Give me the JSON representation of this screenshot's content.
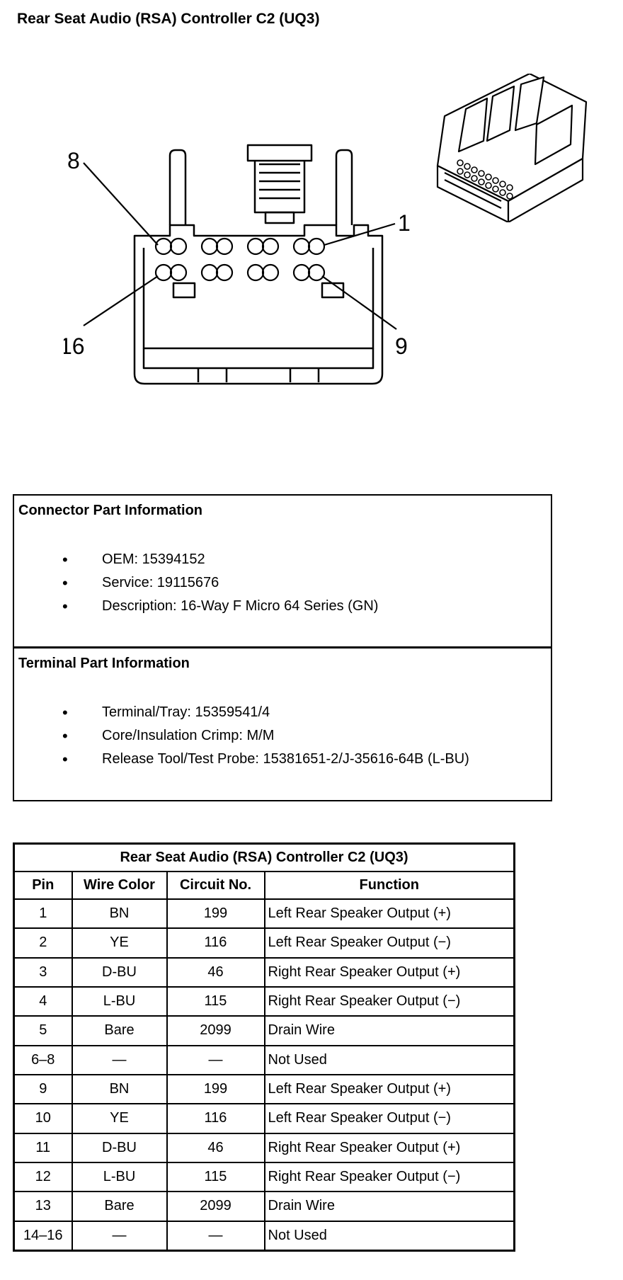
{
  "page": {
    "title": "Rear Seat Audio (RSA) Controller C2 (UQ3)"
  },
  "diagram": {
    "pin_callouts": {
      "top_left": "8",
      "top_right": "1",
      "bottom_left": "16",
      "bottom_right": "9"
    }
  },
  "connector_info": {
    "title": "Connector Part Information",
    "items": [
      "OEM: 15394152",
      "Service: 19115676",
      "Description: 16-Way F Micro 64 Series (GN)"
    ]
  },
  "terminal_info": {
    "title": "Terminal Part Information",
    "items": [
      "Terminal/Tray: 15359541/4",
      "Core/Insulation Crimp: M/M",
      "Release Tool/Test Probe: 15381651-2/J-35616-64B (L-BU)"
    ]
  },
  "pinout": {
    "caption": "Rear Seat Audio (RSA) Controller C2 (UQ3)",
    "headers": [
      "Pin",
      "Wire Color",
      "Circuit No.",
      "Function"
    ],
    "rows": [
      [
        "1",
        "BN",
        "199",
        "Left Rear Speaker Output (+)"
      ],
      [
        "2",
        "YE",
        "116",
        "Left Rear Speaker Output (−)"
      ],
      [
        "3",
        "D-BU",
        "46",
        "Right Rear Speaker Output (+)"
      ],
      [
        "4",
        "L-BU",
        "115",
        "Right Rear Speaker Output (−)"
      ],
      [
        "5",
        "Bare",
        "2099",
        "Drain Wire"
      ],
      [
        "6–8",
        "—",
        "—",
        "Not Used"
      ],
      [
        "9",
        "BN",
        "199",
        "Left Rear Speaker Output (+)"
      ],
      [
        "10",
        "YE",
        "116",
        "Left Rear Speaker Output (−)"
      ],
      [
        "11",
        "D-BU",
        "46",
        "Right Rear Speaker Output (+)"
      ],
      [
        "12",
        "L-BU",
        "115",
        "Right Rear Speaker Output (−)"
      ],
      [
        "13",
        "Bare",
        "2099",
        "Drain Wire"
      ],
      [
        "14–16",
        "—",
        "—",
        "Not Used"
      ]
    ]
  }
}
